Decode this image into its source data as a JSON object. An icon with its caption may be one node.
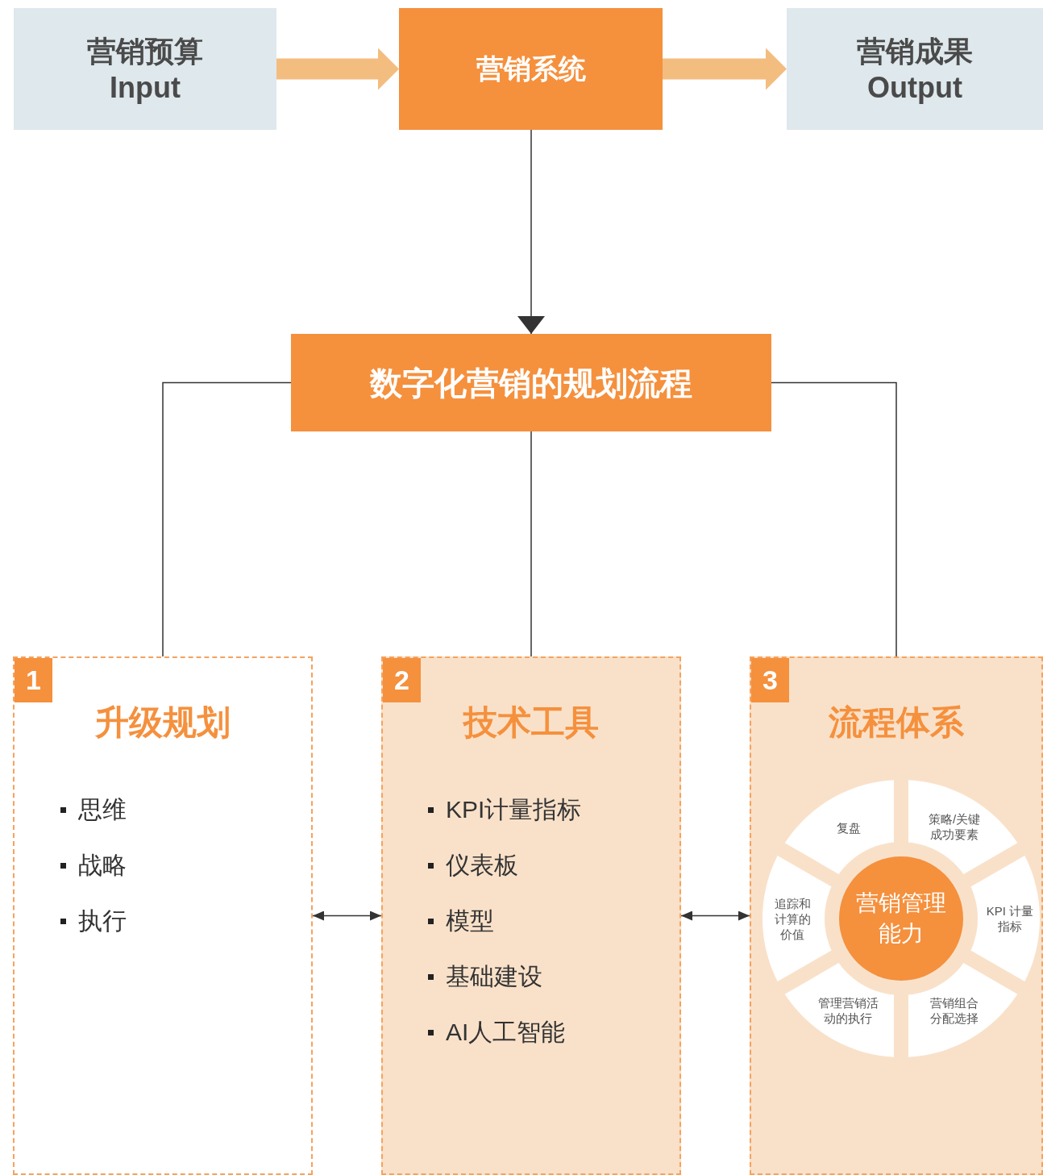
{
  "diagram": {
    "nodes": [
      {
        "text": [
          "营销预算",
          "Input"
        ]
      },
      {
        "text": [
          "营销系统"
        ]
      },
      {
        "text": [
          "营销成果",
          "Output"
        ]
      },
      {
        "text": [
          "数字化营销的规划流程"
        ]
      },
      {
        "text": [
          "升级规划",
          "思维",
          "战略",
          "执行"
        ]
      },
      {
        "text": [
          "1"
        ],
        "in": 4
      },
      {
        "text": [
          "技术工具",
          "KPI计量指标",
          "仪表板",
          "模型",
          "基础建设",
          "AI人工智能"
        ]
      },
      {
        "text": [
          "2"
        ],
        "in": 6
      },
      {
        "text": [
          "流程体系"
        ]
      },
      {
        "text": [
          "3"
        ],
        "in": 8
      },
      {
        "text": [
          "营销管理能力"
        ],
        "in": 8
      },
      {
        "text": [
          "复盘"
        ],
        "in": 8
      },
      {
        "text": [
          "策略/关键成功要素"
        ],
        "in": 8
      },
      {
        "text": [
          "KPI 计量指标"
        ],
        "in": 8
      },
      {
        "text": [
          "营销组合分配选择"
        ],
        "in": 8
      },
      {
        "text": [
          "管理营销活动的执行"
        ],
        "in": 8
      },
      {
        "text": [
          "追踪和计算的价值"
        ],
        "in": 8
      }
    ],
    "edges": [
      {
        "from": 0,
        "to": 1,
        "arrow": "to",
        "style": "thick",
        "color": "#f3bd80"
      },
      {
        "from": 1,
        "to": 2,
        "arrow": "to",
        "style": "thick",
        "color": "#f3bd80"
      },
      {
        "from": 1,
        "to": 3,
        "arrow": "to"
      },
      {
        "from": 3,
        "to": 4,
        "arrow": "none"
      },
      {
        "from": 3,
        "to": 6,
        "arrow": "none"
      },
      {
        "from": 3,
        "to": 8,
        "arrow": "none"
      },
      {
        "from": 4,
        "to": 6,
        "arrow": "both"
      },
      {
        "from": 6,
        "to": 8,
        "arrow": "both"
      }
    ]
  }
}
